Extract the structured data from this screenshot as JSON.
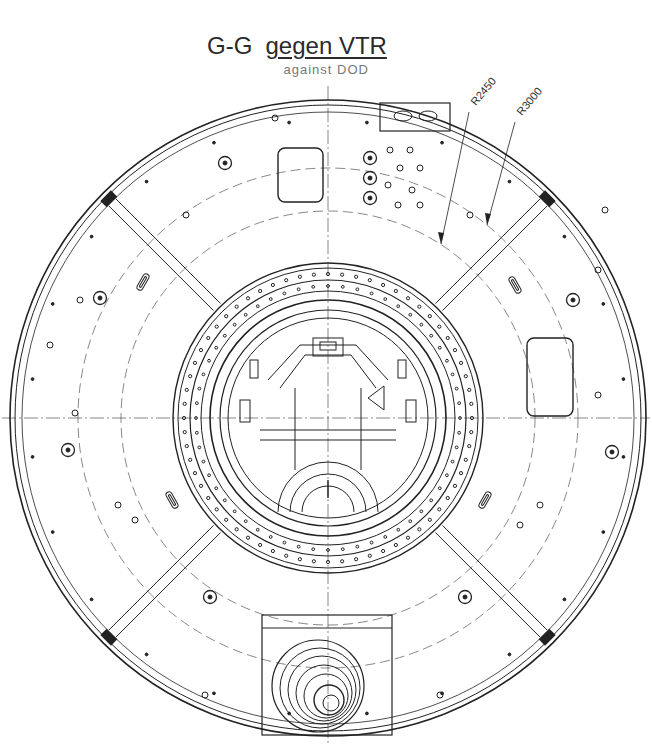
{
  "diagram": {
    "labels": [
      "G-G",
      "gegen VTR",
      "against DOD",
      "R2450",
      "R3000"
    ]
  }
}
